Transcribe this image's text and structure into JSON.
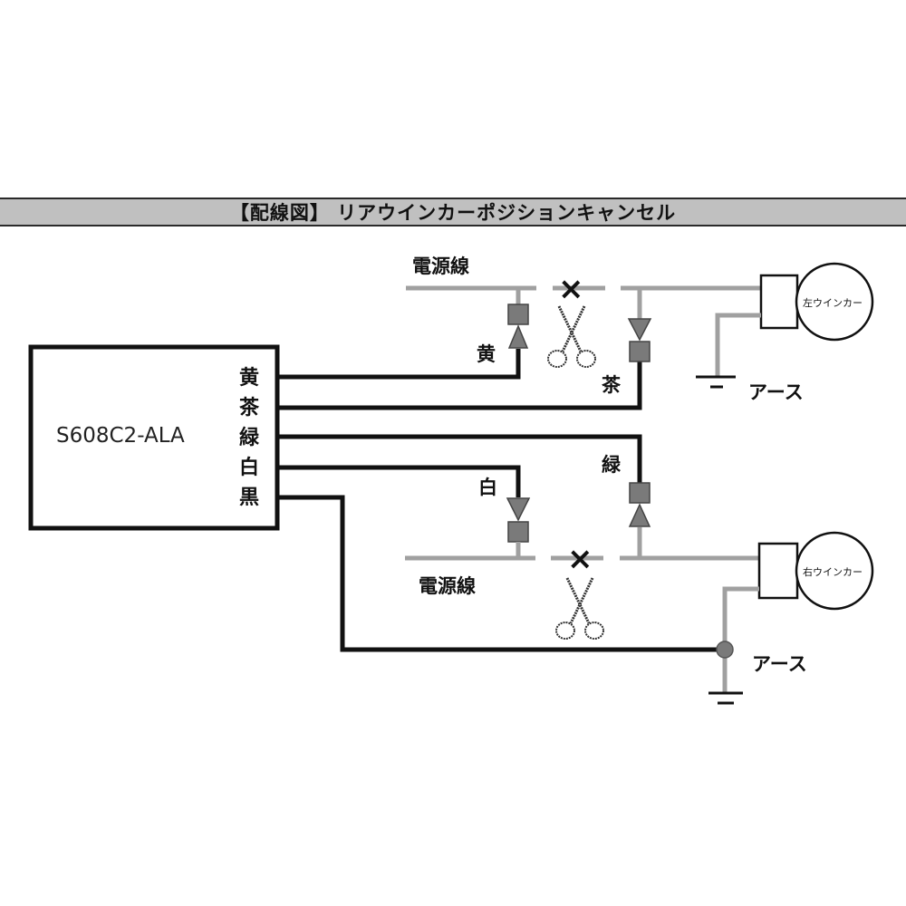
{
  "title": "【配線図】 リアウインカーポジションキャンセル",
  "unit": {
    "model": "S608C2-ALA",
    "wire_labels": [
      "黄",
      "茶",
      "緑",
      "白",
      "黒"
    ]
  },
  "upper_circuit": {
    "power_line_label": "電源線",
    "left_tap_label": "黄",
    "right_tap_label": "茶",
    "cut_mark": "×",
    "lamp_label": "左ウインカー",
    "ground_label": "アース"
  },
  "lower_circuit": {
    "power_line_label": "電源線",
    "left_tap_label": "白",
    "right_tap_label": "緑",
    "cut_mark": "×",
    "lamp_label": "右ウインカー",
    "ground_label": "アース"
  },
  "colors": {
    "wire_black": "#111111",
    "power_line_gray": "#a0a0a0",
    "connector_fill": "#7a7a7a",
    "title_bar_bg": "#c0c0c0"
  }
}
